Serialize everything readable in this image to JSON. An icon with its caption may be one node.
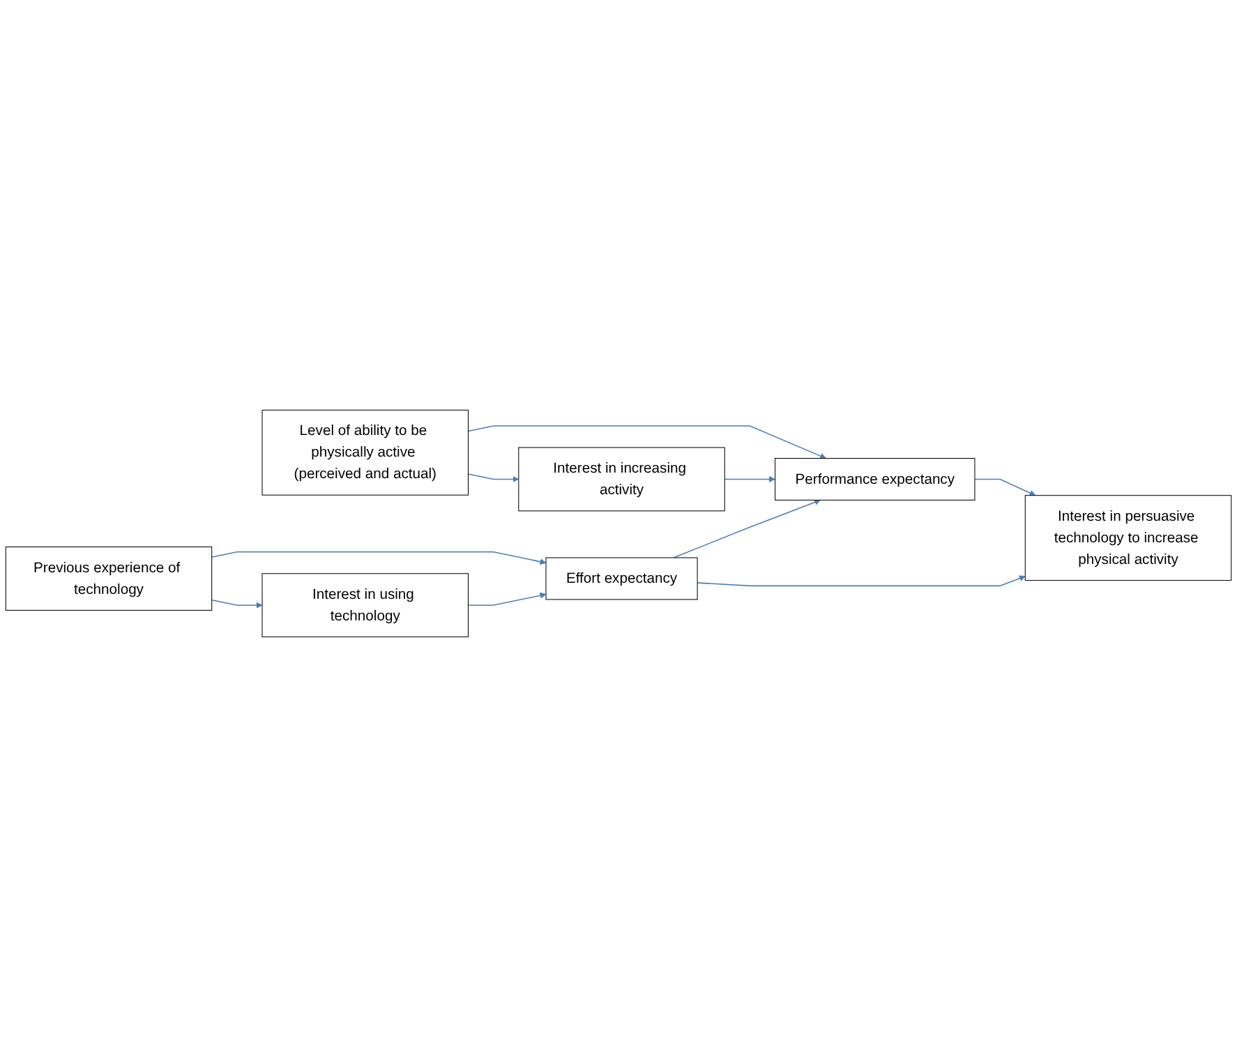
{
  "diagram": {
    "nodes": [
      {
        "text": [
          "Level of ability to be physically active (perceived and actual)"
        ]
      },
      {
        "text": [
          "Interest in increasing activity"
        ]
      },
      {
        "text": [
          "Previous experience of technology"
        ]
      },
      {
        "text": [
          "Interest in using technology"
        ]
      },
      {
        "text": [
          "Performance expectancy"
        ]
      },
      {
        "text": [
          "Effort expectancy"
        ]
      },
      {
        "text": [
          "Interest in persuasive technology to increase physical activity"
        ]
      }
    ],
    "edges": [
      {
        "from": 0,
        "to": 1,
        "arrow": "to"
      },
      {
        "from": 0,
        "to": 4,
        "arrow": "to"
      },
      {
        "from": 1,
        "to": 4,
        "arrow": "to"
      },
      {
        "from": 2,
        "to": 3,
        "arrow": "to"
      },
      {
        "from": 2,
        "to": 5,
        "arrow": "to"
      },
      {
        "from": 3,
        "to": 5,
        "arrow": "to"
      },
      {
        "from": 5,
        "to": 4,
        "arrow": "to"
      },
      {
        "from": 4,
        "to": 6,
        "arrow": "to"
      },
      {
        "from": 5,
        "to": 6,
        "arrow": "to"
      }
    ]
  }
}
